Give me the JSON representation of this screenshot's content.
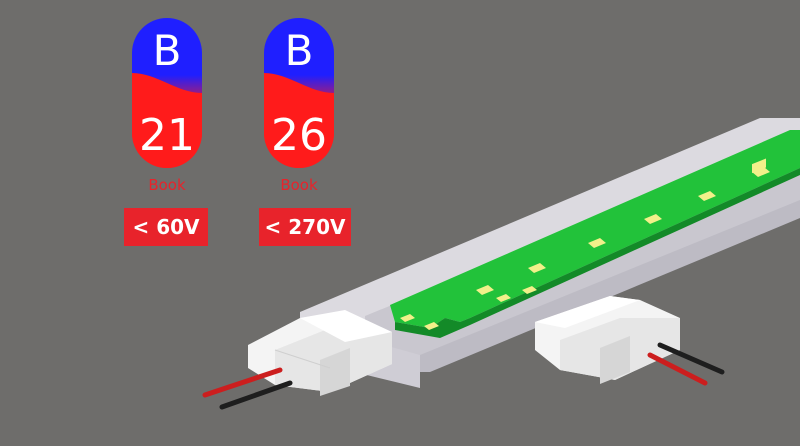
{
  "badges": [
    {
      "letter": "B",
      "number": "21",
      "caption": "Book",
      "voltage": "< 60V"
    },
    {
      "letter": "B",
      "number": "26",
      "caption": "Book",
      "voltage": "< 270V"
    }
  ],
  "colors": {
    "background": "#6e6d6b",
    "badge_top": "#1f1fff",
    "badge_bottom": "#ff1b1b",
    "label_red": "#e8232b",
    "pcb_green": "#22c23a",
    "led_yellow": "#f2f08a",
    "channel": "#d8d6dc",
    "connector": "#f4f4f4",
    "wire_red": "#cc1e1e",
    "wire_black": "#1e1e1e"
  }
}
